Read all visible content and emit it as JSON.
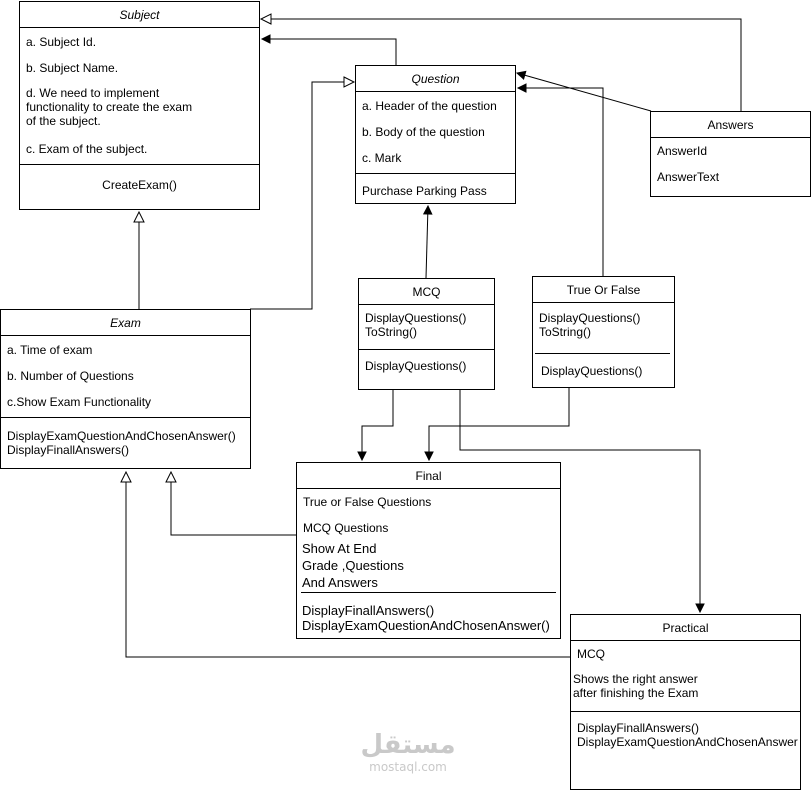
{
  "subject": {
    "title": "Subject",
    "attrs": [
      "a. Subject Id.",
      "b. Subject Name.",
      "d. We need to implement\nfunctionality to create the exam\nof the subject.",
      "c. Exam of the subject."
    ],
    "method": "CreateExam()"
  },
  "question": {
    "title": "Question",
    "attrs": [
      "a. Header of the question",
      "b. Body of the question",
      "c. Mark"
    ],
    "method": "Purchase Parking Pass"
  },
  "answers": {
    "title": "Answers",
    "attrs": [
      "AnswerId",
      "AnswerText"
    ]
  },
  "mcq": {
    "title": "MCQ",
    "attrs": "DisplayQuestions()\nToString()",
    "method": "DisplayQuestions()"
  },
  "truefalse": {
    "title": "True Or False",
    "attrs": "DisplayQuestions()\nToString()",
    "method": "DisplayQuestions()"
  },
  "exam": {
    "title": "Exam",
    "attrs": [
      "a. Time of exam",
      "b. Number of Questions",
      "c.Show Exam Functionality"
    ],
    "method": "DisplayExamQuestionAndChosenAnswer()\nDisplayFinallAnswers()"
  },
  "final": {
    "title": "Final",
    "attrs": [
      "True or False Questions",
      "MCQ Questions",
      "Show At End\nGrade ,Questions\n And Answers"
    ],
    "method": "DisplayFinallAnswers()\nDisplayExamQuestionAndChosenAnswer()"
  },
  "practical": {
    "title": "Practical",
    "attrs": [
      "MCQ",
      "Shows the right answer\nafter finishing the Exam"
    ],
    "method": "DisplayFinallAnswers()\nDisplayExamQuestionAndChosenAnswer"
  },
  "watermark": {
    "arabic": "مستقل",
    "latin": "mostaql.com"
  }
}
